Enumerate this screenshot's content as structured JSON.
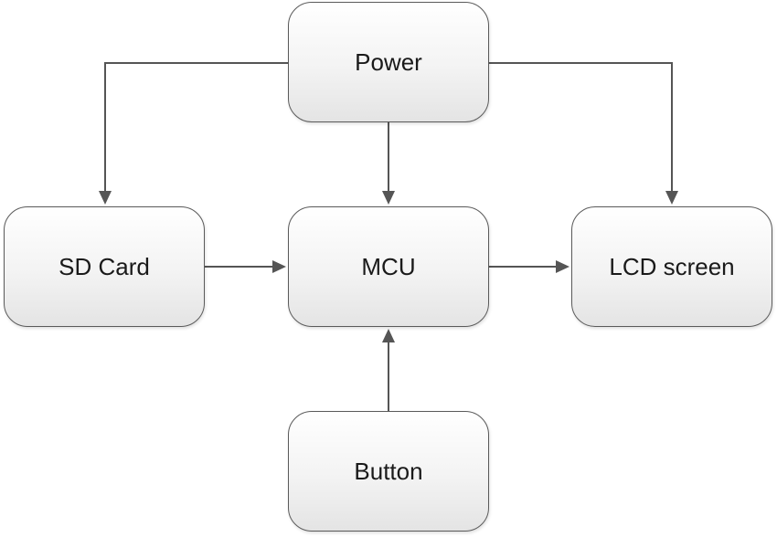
{
  "diagram": {
    "nodes": {
      "power": "Power",
      "sd_card": "SD Card",
      "mcu": "MCU",
      "lcd": "LCD screen",
      "button": "Button"
    },
    "edges": [
      {
        "from": "Power",
        "to": "SD Card"
      },
      {
        "from": "Power",
        "to": "MCU"
      },
      {
        "from": "Power",
        "to": "LCD screen"
      },
      {
        "from": "SD Card",
        "to": "MCU"
      },
      {
        "from": "MCU",
        "to": "LCD screen"
      },
      {
        "from": "Button",
        "to": "MCU"
      }
    ],
    "colors": {
      "box_border": "#5a5a5a",
      "box_fill": "#f3f3f3",
      "connector": "#555555",
      "text": "#1a1a1a"
    }
  }
}
